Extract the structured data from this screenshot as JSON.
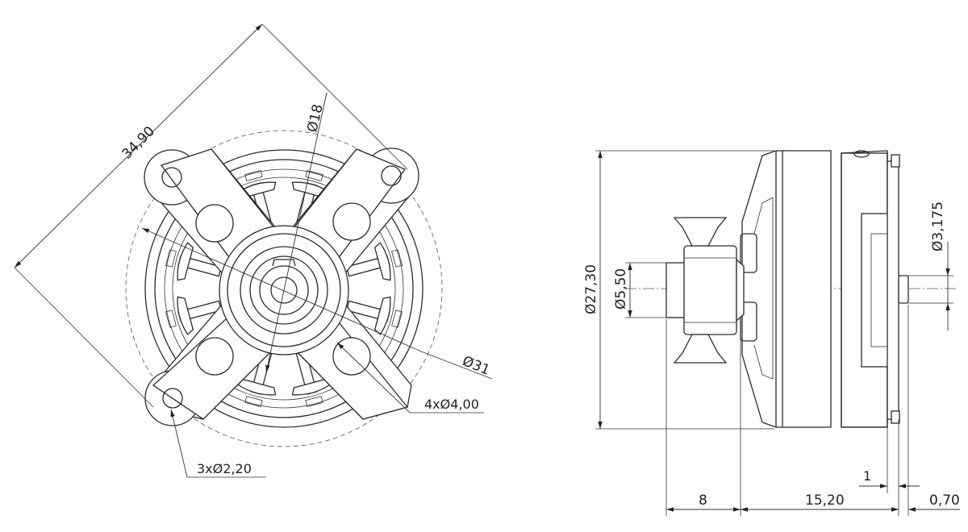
{
  "front_view": {
    "dim_overall_diagonal": "34,90",
    "dim_stator_dia": "Ø18",
    "dim_bell_dia": "Ø31",
    "dim_mount_holes": "4xØ4,00",
    "dim_screw_holes": "3xØ2,20"
  },
  "side_view": {
    "dim_height": "Ø27,30",
    "dim_shaft_collar": "Ø5,50",
    "dim_shaft": "Ø3,175",
    "dim_shaft_length": "8",
    "dim_body_length": "15,20",
    "dim_flange_gap": "1",
    "dim_shaft_tip": "0,70"
  }
}
